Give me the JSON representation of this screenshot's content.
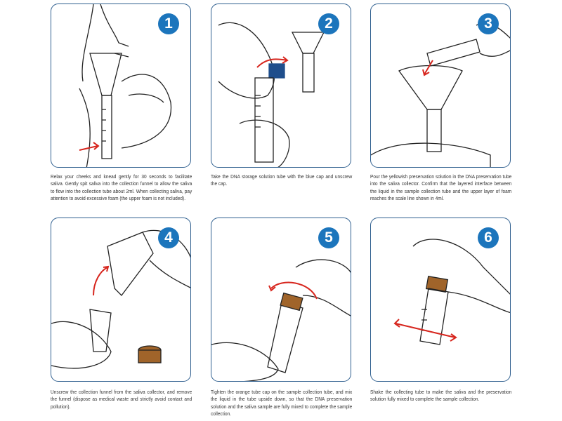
{
  "steps": [
    {
      "number": "1",
      "text": "Relax your cheeks and knead gently for 30 seconds to facilitate saliva. Gently spit saliva into the collection funnel to allow the saliva to flow into the collection tube about 2ml. When collecting saliva, pay attention to avoid excessive foam (the upper foam is not included)."
    },
    {
      "number": "2",
      "text": "Take the DNA storage solution tube with the blue cap and unscrew the cap."
    },
    {
      "number": "3",
      "text": "Pour the yellowish preservation solution in the DNA preservation tube into the saliva collector. Confirm that the layered interface between the liquid in the sample collection tube and the upper layer of foam reaches the scale line shown in 4ml."
    },
    {
      "number": "4",
      "text": "Unscrew the collection funnel from the saliva collector, and remove the funnel (dispose as medical waste and strictly avoid contact and pollution)."
    },
    {
      "number": "5",
      "text": "Tighten the orange tube cap on the sample collection tube, and mix the liquid in the tube upside down, so that the DNA preservation solution and the saliva sample are fully mixed to complete the sample collection."
    },
    {
      "number": "6",
      "text": "Shake the collecting tube to make the saliva and the preservation solution fully mixed to complete the sample collection."
    }
  ],
  "colors": {
    "badge": "#1c75bc",
    "border": "#2f5f8f",
    "arrow": "#d7261e",
    "cap_blue": "#1f4e8c",
    "cap_orange": "#a0642a"
  }
}
